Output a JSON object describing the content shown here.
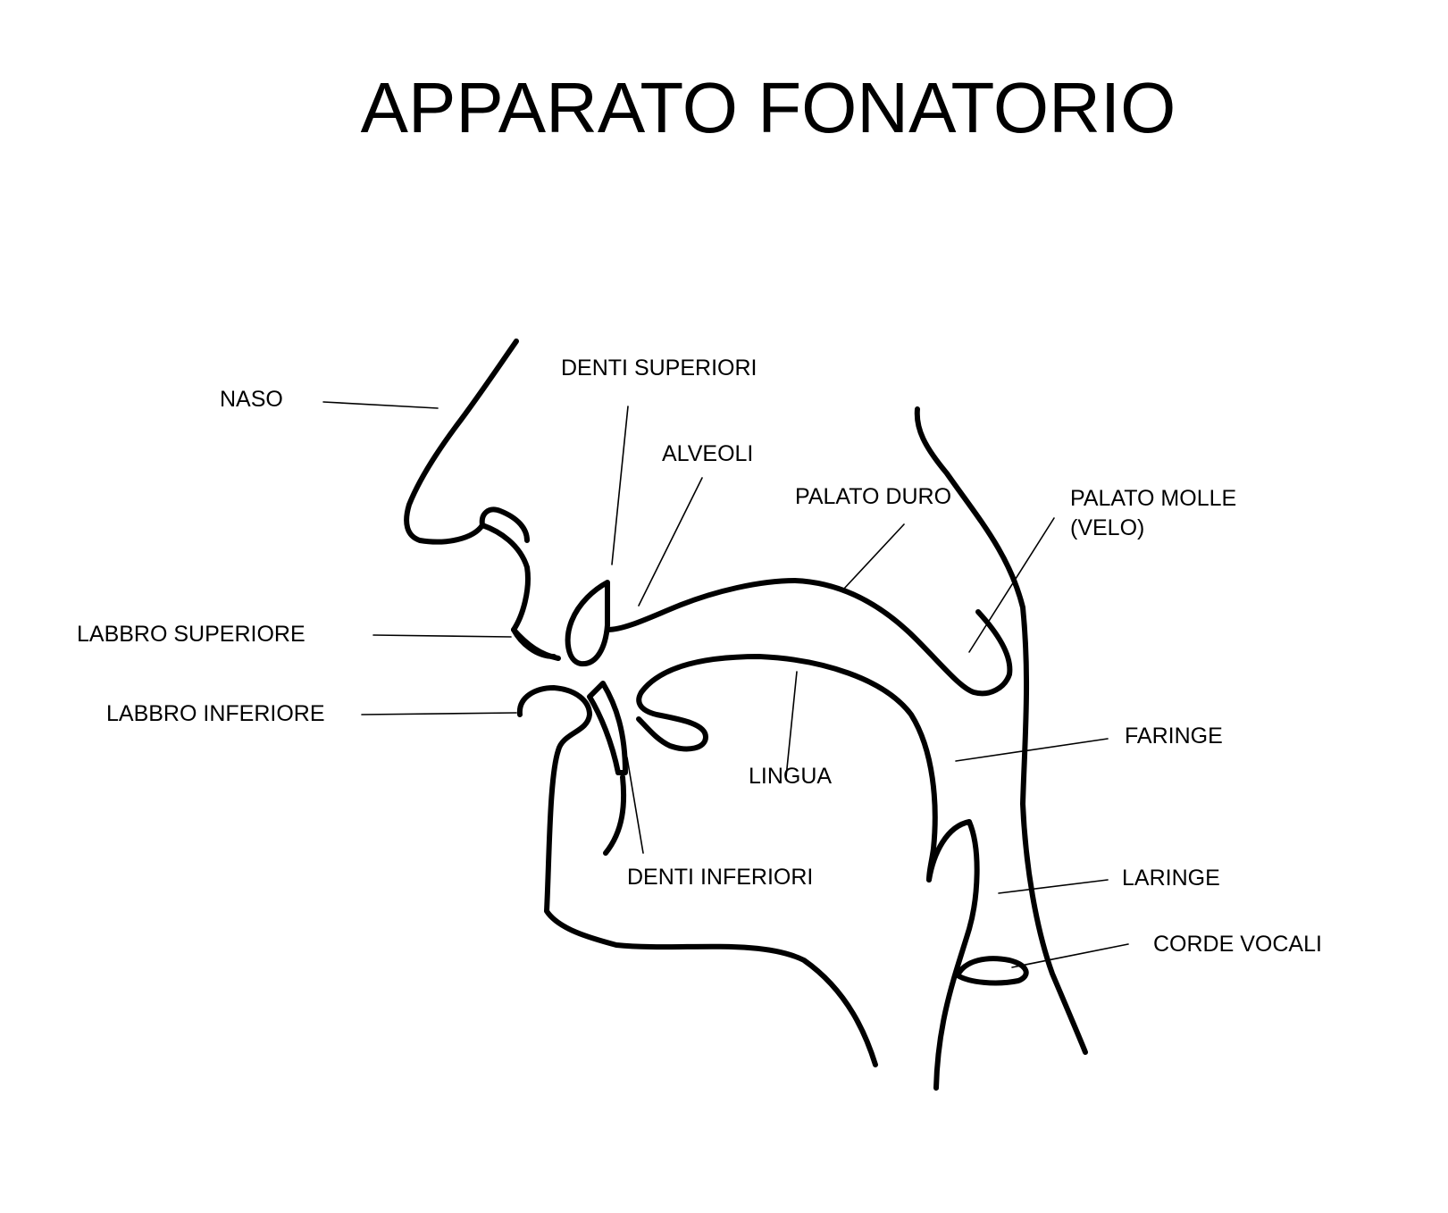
{
  "title": "APPARATO FONATORIO",
  "labels": {
    "naso": "NASO",
    "denti_superiori": "DENTI SUPERIORI",
    "alveoli": "ALVEOLI",
    "palato_duro": "PALATO DURO",
    "palato_molle_line1": "PALATO MOLLE",
    "palato_molle_line2": "(VELO)",
    "labbro_superiore": "LABBRO SUPERIORE",
    "labbro_inferiore": "LABBRO INFERIORE",
    "lingua": "LINGUA",
    "faringe": "FARINGE",
    "denti_inferiori": "DENTI INFERIORI",
    "laringe": "LARINGE",
    "corde_vocali": "CORDE VOCALI"
  },
  "colors": {
    "line": "#000000",
    "background": "#ffffff"
  }
}
